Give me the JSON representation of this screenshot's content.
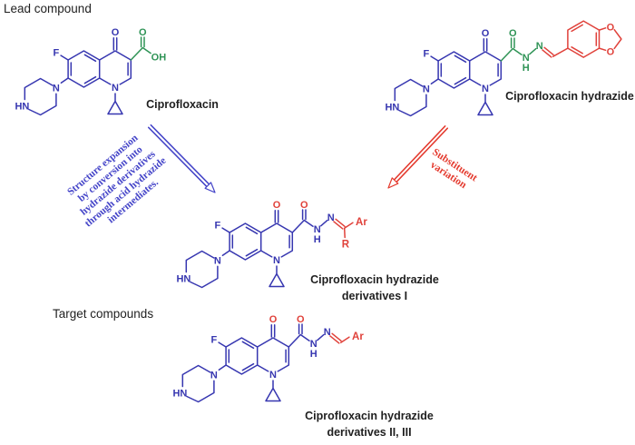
{
  "labels": {
    "lead_compound": "Lead compound",
    "target_compounds": "Target compounds",
    "ciprofloxacin": "Ciprofloxacin",
    "ciprofloxacin_hydrazide": "Ciprofloxacin hydrazide",
    "derivatives1_line1": "Ciprofloxacin hydrazide",
    "derivatives1_line2": "derivatives I",
    "derivatives23_line1": "Ciprofloxacin hydrazide",
    "derivatives23_line2": "derivatives  II, III"
  },
  "annotations": {
    "structure_expansion": [
      "Structure expansion",
      "by conversion into",
      "hydrazide derivatives",
      "through acid hydrazide",
      "intermediates."
    ],
    "substituent_variation": [
      "Substituent",
      "variation"
    ]
  },
  "atoms": {
    "F": "F",
    "N": "N",
    "HN": "HN",
    "H": "H",
    "O": "O",
    "OH": "OH",
    "Ar": "Ar",
    "R": "R"
  },
  "colors": {
    "blue": "#3636b0",
    "green": "#2e9355",
    "red": "#e0413a",
    "black": "#1f1f1f",
    "annotation_blue": "#4343c8",
    "annotation_red": "#e43a2e"
  }
}
